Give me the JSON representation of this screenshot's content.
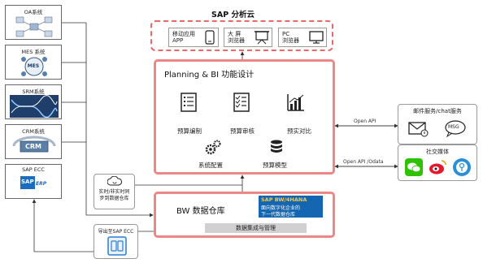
{
  "left_systems": [
    {
      "label": "OA系统",
      "icon": "network-icon"
    },
    {
      "label": "MES 系统",
      "icon": "mes-icon"
    },
    {
      "label": "SRM系统",
      "icon": "dna-icon"
    },
    {
      "label": "CRM系统",
      "icon": "crm-icon"
    },
    {
      "label": "SAP ECC",
      "icon": "sap-erp-icon"
    }
  ],
  "sap_logo_text": "SAP",
  "erp_logo_text": "ERP",
  "crm_logo_text": "CRM",
  "mes_logo_text": "MES",
  "cloud_title": "SAP 分析云",
  "devices": [
    {
      "label": "移动应用\nAPP",
      "icon": "mobile-icon"
    },
    {
      "label": "大 屏\n浏览器",
      "icon": "presentation-screen-icon"
    },
    {
      "label": "PC\n浏览器",
      "icon": "monitor-icon"
    }
  ],
  "main_title": "Planning & BI 功能设计",
  "functions": [
    {
      "label": "预算编制",
      "icon": "budget-list-icon"
    },
    {
      "label": "预算审核",
      "icon": "checklist-icon"
    },
    {
      "label": "预实对比",
      "icon": "bar-chart-icon"
    },
    {
      "label": "系统配置",
      "icon": "gears-icon"
    },
    {
      "label": "预算模型",
      "icon": "database-icon"
    }
  ],
  "realtime_label": "实时/非实时同\n步到数据仓库",
  "bw": {
    "title": "BW 数据仓库",
    "tag_line1": "SAP BW/4HANA",
    "tag_line2": "面向数字化企业的",
    "tag_line3": "下一代数据仓库",
    "bar_label": "数据集成与管理"
  },
  "export_label": "导出至SAP ECC",
  "connectors": {
    "open_api": "Open API",
    "open_api_odata": "Open API /Odata"
  },
  "right_boxes": {
    "mail": {
      "title": "邮件服务/chat服务",
      "msg": "MSG"
    },
    "social": {
      "title": "社交媒体"
    }
  },
  "colors": {
    "pink": "#ee8686",
    "dash": "#e66a6a",
    "blue": "#1566b0",
    "wechat": "#2dc100",
    "weibo": "#e6162d",
    "circle": "#2a8fd6"
  }
}
